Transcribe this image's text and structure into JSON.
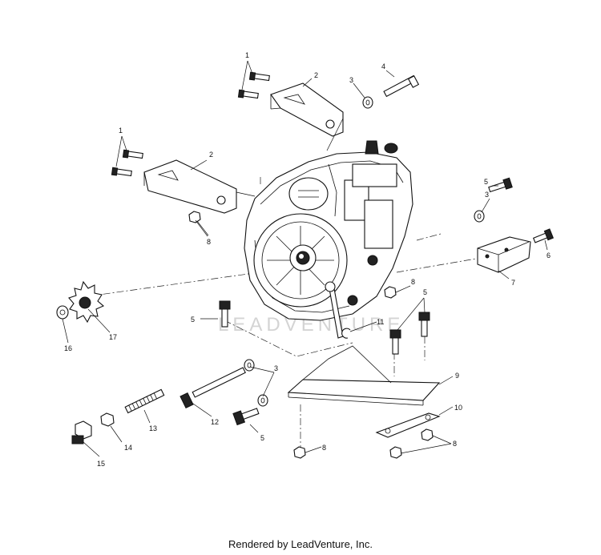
{
  "callouts": {
    "c1a": "1",
    "c1b": "1",
    "c2a": "2",
    "c2b": "2",
    "c3a": "3",
    "c3b": "3",
    "c3c": "3",
    "c4": "4",
    "c5a": "5",
    "c5b": "5",
    "c5c": "5",
    "c5d": "5",
    "c6": "6",
    "c7": "7",
    "c8a": "8",
    "c8b": "8",
    "c8c": "8",
    "c8d": "8",
    "c9": "9",
    "c10": "10",
    "c11": "11",
    "c12": "12",
    "c13": "13",
    "c14": "14",
    "c15": "15",
    "c16": "16",
    "c17": "17"
  },
  "watermark": "LEADVENTURE",
  "footer": "Rendered by LeadVenture, Inc."
}
